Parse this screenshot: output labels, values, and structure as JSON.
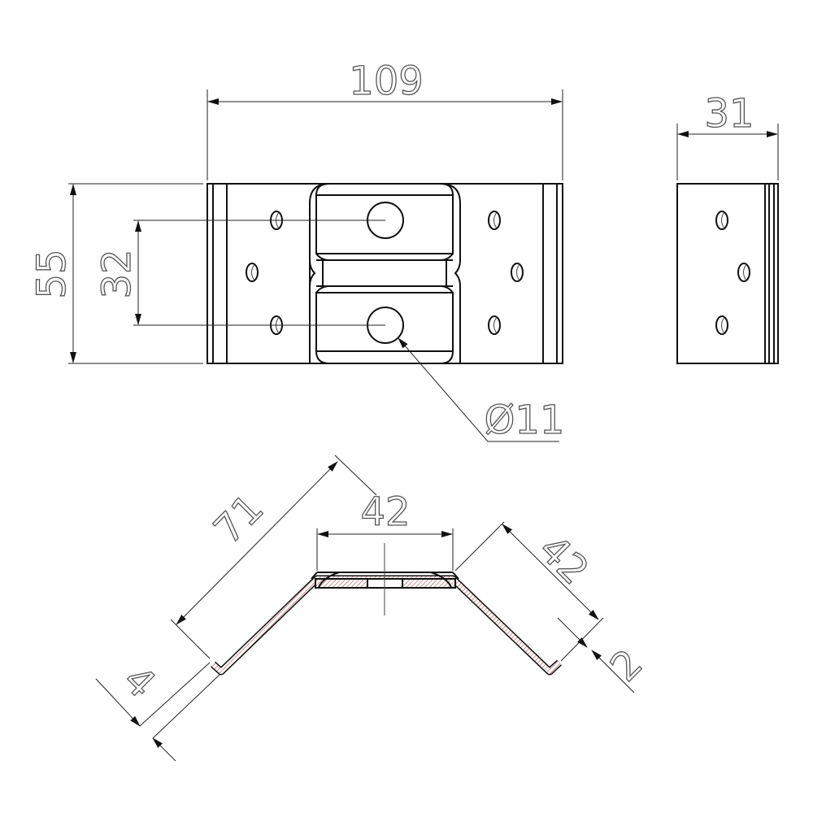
{
  "drawing": {
    "front_view": {
      "width_dim": "109",
      "height_dim": "55",
      "hole_spacing_dim": "32",
      "hole_diameter_dim": "Ø11"
    },
    "side_view": {
      "width_dim": "31"
    },
    "section_view": {
      "leg_length_dim": "71",
      "flat_width_dim": "42",
      "right_leg_dim": "42",
      "thickness_dim": "2",
      "lip_dim": "4"
    },
    "colors": {
      "line": "#111111",
      "dimension_text": "#555555",
      "hatch": "#b05050"
    }
  }
}
